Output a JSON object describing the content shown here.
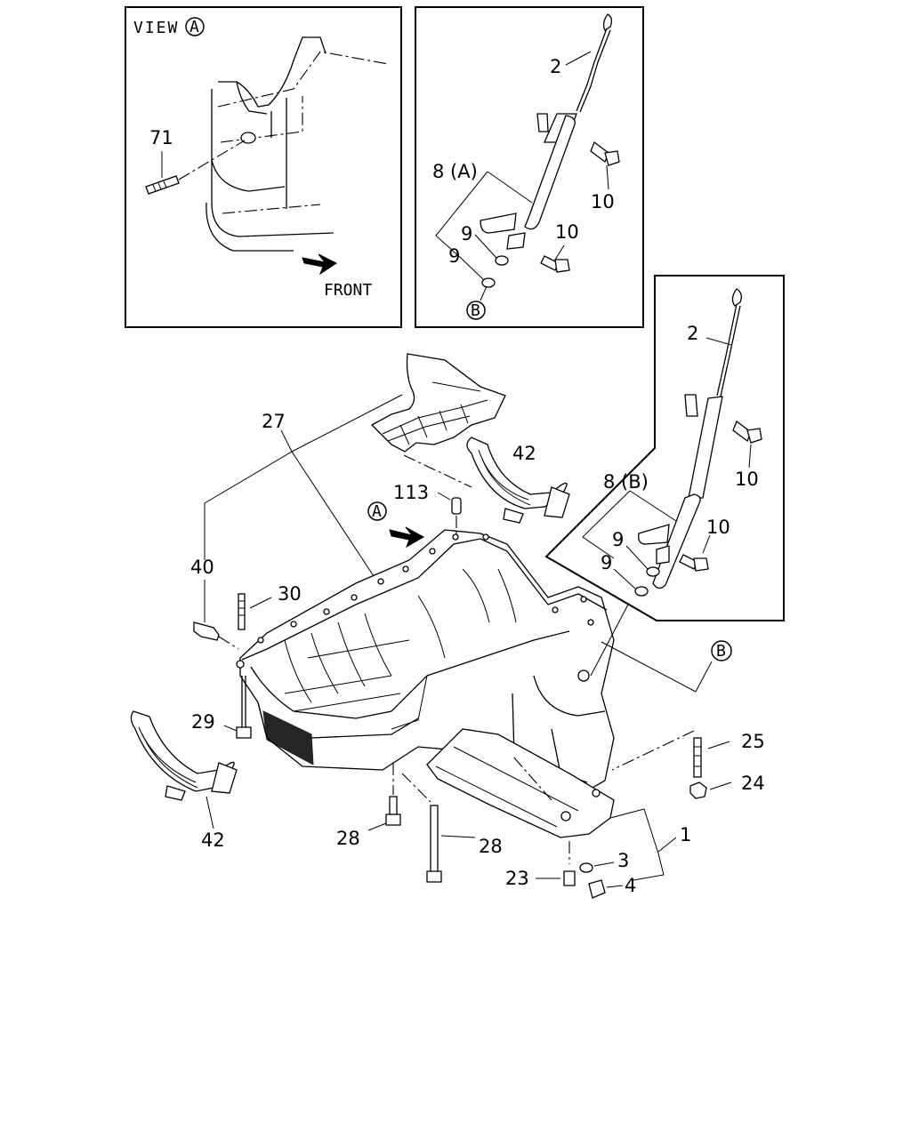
{
  "view_panel": {
    "title": "VIEW",
    "view_marker": "A",
    "front_label": "FRONT",
    "part_71": "71"
  },
  "dipstick_panel_a": {
    "group_label": "8 (A)",
    "part_2": "2",
    "part_10_upper": "10",
    "part_10_lower": "10",
    "part_9_upper": "9",
    "part_9_lower": "9",
    "ref_marker": "B"
  },
  "dipstick_panel_b": {
    "group_label": "8 (B)",
    "part_2": "2",
    "part_10_upper": "10",
    "part_10_lower": "10",
    "part_9_upper": "9",
    "part_9_lower": "9"
  },
  "main": {
    "part_27": "27",
    "part_42_top": "42",
    "part_113": "113",
    "view_marker": "A",
    "part_40": "40",
    "part_30": "30",
    "part_29": "29",
    "part_42_bottom": "42",
    "ref_marker": "B",
    "part_25": "25",
    "part_24": "24",
    "part_1": "1",
    "part_3": "3",
    "part_4": "4",
    "part_23": "23",
    "part_28_left": "28",
    "part_28_right": "28"
  }
}
